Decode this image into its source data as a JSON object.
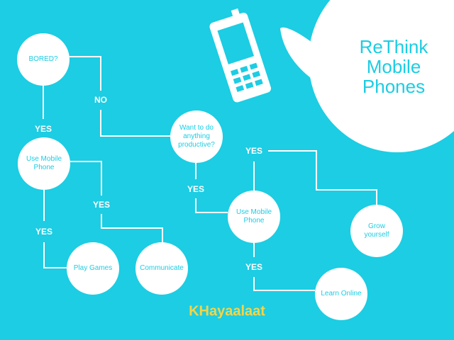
{
  "title": {
    "lines": [
      "ReThink",
      "Mobile",
      "Phones"
    ]
  },
  "nodes": {
    "bored": "BORED?",
    "use_phone_1": "Use Mobile Phone",
    "productive": "Want to do anything productive?",
    "use_phone_2": "Use Mobile Phone",
    "grow": "Grow yourself",
    "play": "Play Games",
    "communicate": "Communicate",
    "learn": "Learn Online"
  },
  "edges": {
    "no": "NO",
    "yes": "YES"
  },
  "brand": "KHayaalaat",
  "colors": {
    "background": "#1ccde3",
    "accent": "#f5d547",
    "node": "#ffffff"
  }
}
